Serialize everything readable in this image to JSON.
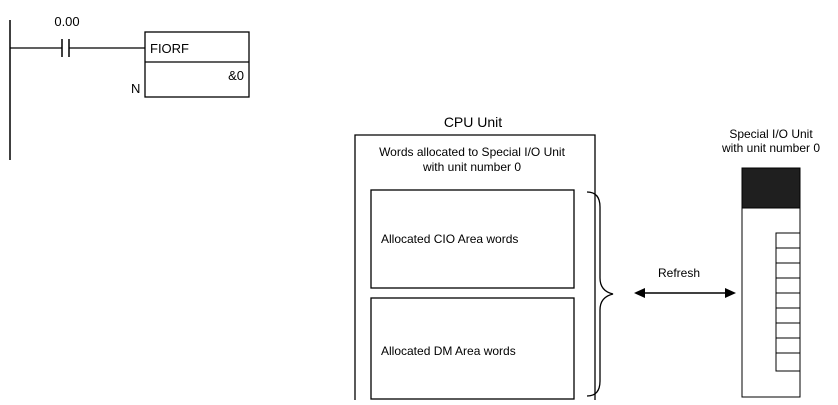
{
  "ladder": {
    "contact_address": "0.00",
    "instruction": "FIORF",
    "operand_label": "N",
    "operand_value": "&0"
  },
  "cpu_unit": {
    "title": "CPU Unit",
    "box_caption_line1": "Words allocated to Special I/O Unit",
    "box_caption_line2": "with unit number 0",
    "cio_label": "Allocated CIO Area words",
    "dm_label": "Allocated DM Area words"
  },
  "refresh_label": "Refresh",
  "special_unit": {
    "title_line1": "Special I/O Unit",
    "title_line2": "with unit number 0"
  }
}
